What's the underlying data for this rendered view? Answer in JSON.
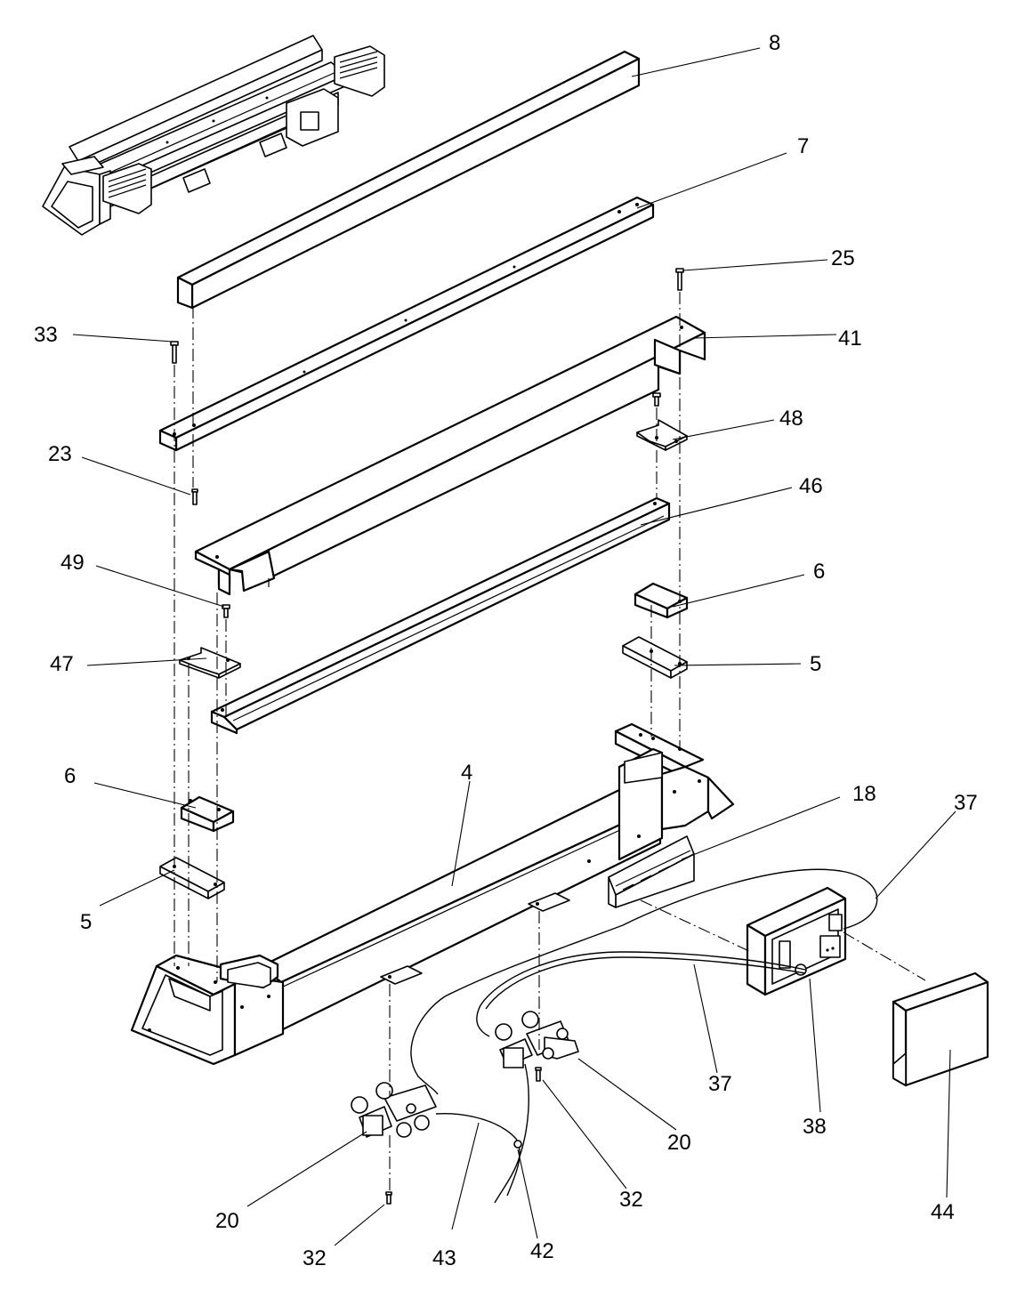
{
  "callouts": {
    "c8": "8",
    "c7": "7",
    "c25": "25",
    "c33": "33",
    "c41": "41",
    "c48": "48",
    "c23": "23",
    "c46": "46",
    "c49": "49",
    "c6_right": "6",
    "c47": "47",
    "c5_right": "5",
    "c6_left": "6",
    "c4": "4",
    "c18": "18",
    "c37_top": "37",
    "c5_left": "5",
    "c37_mid": "37",
    "c38": "38",
    "c20_right": "20",
    "c32_right": "32",
    "c20_left": "20",
    "c44": "44",
    "c32_left": "32",
    "c43": "43",
    "c42": "42"
  }
}
